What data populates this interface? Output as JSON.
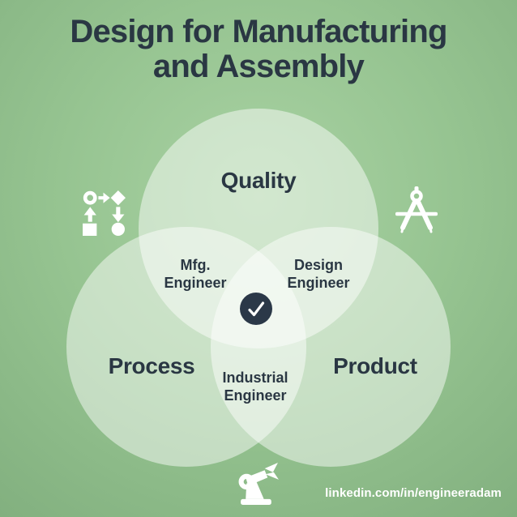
{
  "title": {
    "line1": "Design for Manufacturing",
    "line2": "and Assembly"
  },
  "venn": {
    "sets": [
      {
        "label": "Quality"
      },
      {
        "label": "Process"
      },
      {
        "label": "Product"
      }
    ],
    "overlaps": [
      {
        "line1": "Mfg.",
        "line2": "Engineer"
      },
      {
        "line1": "Design",
        "line2": "Engineer"
      },
      {
        "line1": "Industrial",
        "line2": "Engineer"
      }
    ],
    "center_icon": "check-icon"
  },
  "side_icons": [
    {
      "name": "flowchart-icon"
    },
    {
      "name": "drafting-compass-icon"
    },
    {
      "name": "robot-arm-icon"
    }
  ],
  "footer": {
    "credit": "linkedin.com/in/engineeradam"
  },
  "colors": {
    "background_top": "#a9d2a3",
    "background_edge": "#82b07f",
    "circle_fill": "rgba(255,255,255,0.48)",
    "text_dark": "#2a3743",
    "check_badge": "#2b3848",
    "text_light": "#ffffff"
  }
}
